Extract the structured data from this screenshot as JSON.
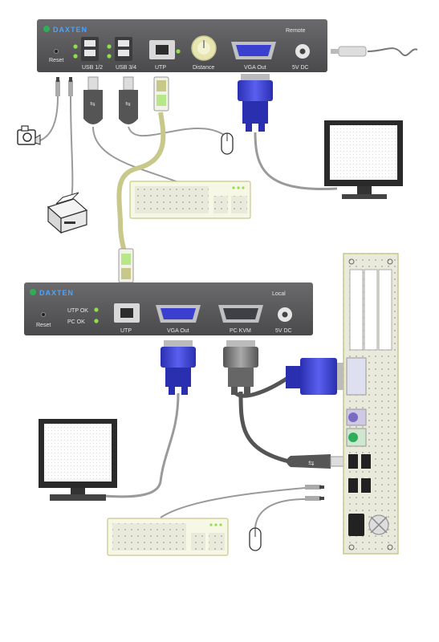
{
  "remote_unit": {
    "brand": "DAXTEN",
    "tag": "Remote",
    "labels": {
      "reset": "Reset",
      "usb12": "USB 1/2",
      "usb34": "USB 3/4",
      "utp": "UTP",
      "distance": "Distance",
      "vga_out": "VGA Out",
      "dc": "5V DC"
    }
  },
  "local_unit": {
    "brand": "DAXTEN",
    "tag": "Local",
    "labels": {
      "reset": "Reset",
      "utp_ok": "UTP OK",
      "pc_ok": "PC OK",
      "utp": "UTP",
      "vga_out": "VGA Out",
      "pc_kvm": "PC KVM",
      "dc": "5V DC"
    }
  },
  "colors": {
    "unit_body": "#5b5b5d",
    "led": "#8fe04a",
    "vga_blue": "#3a3fd0",
    "utp_cable": "#c8c88a",
    "cable_gray": "#9a9a9a",
    "cable_dark": "#555555"
  }
}
